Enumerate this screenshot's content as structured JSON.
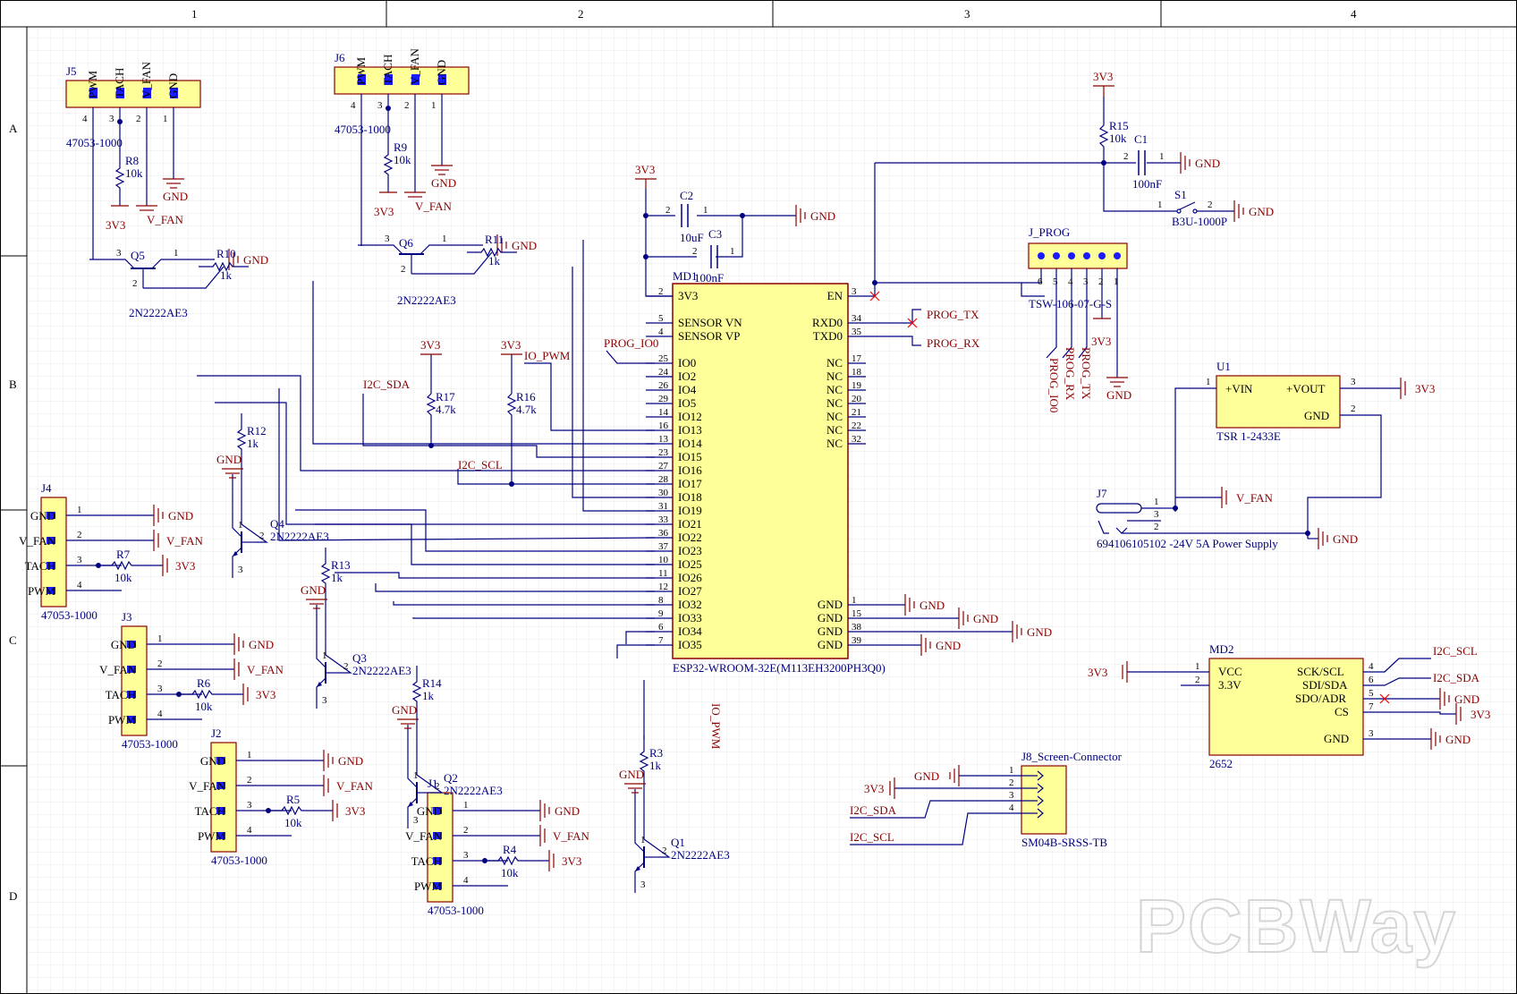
{
  "sheet": {
    "columns": [
      "1",
      "2",
      "3",
      "4"
    ],
    "rows": [
      "A",
      "B",
      "C",
      "D"
    ]
  },
  "power_labels": {
    "gnd": "GND",
    "v3v3": "3V3",
    "vfan": "V_FAN"
  },
  "md1": {
    "designator": "MD1",
    "part": "ESP32-WROOM-32E(M113EH3200PH3Q0)",
    "left_pins": [
      {
        "num": "2",
        "name": "3V3"
      },
      {
        "num": "5",
        "name": "SENSOR VN"
      },
      {
        "num": "4",
        "name": "SENSOR VP"
      },
      {
        "num": "25",
        "name": "IO0"
      },
      {
        "num": "24",
        "name": "IO2"
      },
      {
        "num": "26",
        "name": "IO4"
      },
      {
        "num": "29",
        "name": "IO5"
      },
      {
        "num": "14",
        "name": "IO12"
      },
      {
        "num": "16",
        "name": "IO13"
      },
      {
        "num": "13",
        "name": "IO14"
      },
      {
        "num": "23",
        "name": "IO15"
      },
      {
        "num": "27",
        "name": "IO16"
      },
      {
        "num": "28",
        "name": "IO17"
      },
      {
        "num": "30",
        "name": "IO18"
      },
      {
        "num": "31",
        "name": "IO19"
      },
      {
        "num": "33",
        "name": "IO21"
      },
      {
        "num": "36",
        "name": "IO22"
      },
      {
        "num": "37",
        "name": "IO23"
      },
      {
        "num": "10",
        "name": "IO25"
      },
      {
        "num": "11",
        "name": "IO26"
      },
      {
        "num": "12",
        "name": "IO27"
      },
      {
        "num": "8",
        "name": "IO32"
      },
      {
        "num": "9",
        "name": "IO33"
      },
      {
        "num": "6",
        "name": "IO34"
      },
      {
        "num": "7",
        "name": "IO35"
      }
    ],
    "right_pins_top": [
      {
        "num": "3",
        "name": "EN"
      },
      {
        "num": "34",
        "name": "RXD0"
      },
      {
        "num": "35",
        "name": "TXD0"
      },
      {
        "num": "17",
        "name": "NC"
      },
      {
        "num": "18",
        "name": "NC"
      },
      {
        "num": "19",
        "name": "NC"
      },
      {
        "num": "20",
        "name": "NC"
      },
      {
        "num": "21",
        "name": "NC"
      },
      {
        "num": "22",
        "name": "NC"
      },
      {
        "num": "32",
        "name": "NC"
      }
    ],
    "right_pins_bottom": [
      {
        "num": "1",
        "name": "GND"
      },
      {
        "num": "15",
        "name": "GND"
      },
      {
        "num": "38",
        "name": "GND"
      },
      {
        "num": "39",
        "name": "GND"
      }
    ]
  },
  "nets": {
    "prog_io0": "PROG_IO0",
    "prog_tx": "PROG_TX",
    "prog_rx": "PROG_RX",
    "i2c_sda": "I2C_SDA",
    "i2c_scl": "I2C_SCL",
    "io_pwm": "IO_PWM"
  },
  "fan_headers": [
    {
      "des": "J5",
      "part": "47053-1000",
      "pins": [
        "PWM",
        "TACH",
        "V_FAN",
        "GND"
      ],
      "nums": [
        "4",
        "3",
        "2",
        "1"
      ]
    },
    {
      "des": "J6",
      "part": "47053-1000",
      "pins": [
        "PWM",
        "TACH",
        "V_FAN",
        "GND"
      ],
      "nums": [
        "4",
        "3",
        "2",
        "1"
      ]
    },
    {
      "des": "J4",
      "part": "47053-1000",
      "pins": [
        "GND",
        "V_FAN",
        "TACH",
        "PWM"
      ],
      "nums": [
        "1",
        "2",
        "3",
        "4"
      ]
    },
    {
      "des": "J3",
      "part": "47053-1000",
      "pins": [
        "GND",
        "V_FAN",
        "TACH",
        "PWM"
      ],
      "nums": [
        "1",
        "2",
        "3",
        "4"
      ]
    },
    {
      "des": "J2",
      "part": "47053-1000",
      "pins": [
        "GND",
        "V_FAN",
        "TACH",
        "PWM"
      ],
      "nums": [
        "1",
        "2",
        "3",
        "4"
      ]
    },
    {
      "des": "J1",
      "part": "47053-1000",
      "pins": [
        "GND",
        "V_FAN",
        "TACH",
        "PWM"
      ],
      "nums": [
        "1",
        "2",
        "3",
        "4"
      ]
    }
  ],
  "transistors": [
    {
      "des": "Q1",
      "part": "2N2222AE3"
    },
    {
      "des": "Q2",
      "part": "2N2222AE3"
    },
    {
      "des": "Q3",
      "part": "2N2222AE3"
    },
    {
      "des": "Q4",
      "part": "2N2222AE3"
    },
    {
      "des": "Q5",
      "part": "2N2222AE3"
    },
    {
      "des": "Q6",
      "part": "2N2222AE3"
    }
  ],
  "resistors": [
    {
      "des": "R3",
      "value": "1k"
    },
    {
      "des": "R4",
      "value": "10k"
    },
    {
      "des": "R5",
      "value": "10k"
    },
    {
      "des": "R6",
      "value": "10k"
    },
    {
      "des": "R7",
      "value": "10k"
    },
    {
      "des": "R8",
      "value": "10k"
    },
    {
      "des": "R9",
      "value": "10k"
    },
    {
      "des": "R10",
      "value": "1k"
    },
    {
      "des": "R11",
      "value": "1k"
    },
    {
      "des": "R12",
      "value": "1k"
    },
    {
      "des": "R13",
      "value": "1k"
    },
    {
      "des": "R14",
      "value": "1k"
    },
    {
      "des": "R15",
      "value": "10k"
    },
    {
      "des": "R16",
      "value": "4.7k"
    },
    {
      "des": "R17",
      "value": "4.7k"
    }
  ],
  "capacitors": [
    {
      "des": "C1",
      "value": "100nF"
    },
    {
      "des": "C2",
      "value": "10uF"
    },
    {
      "des": "C3",
      "value": "100nF"
    }
  ],
  "switch": {
    "des": "S1",
    "part": "B3U-1000P"
  },
  "prog_header": {
    "des": "J_PROG",
    "part": "TSW-106-07-G-S",
    "nums": [
      "6",
      "5",
      "4",
      "3",
      "2",
      "1"
    ]
  },
  "u1": {
    "des": "U1",
    "part": "TSR 1-2433E",
    "pin_vin": "+VIN",
    "pin_vout": "+VOUT",
    "pin_gnd": "GND"
  },
  "j7": {
    "des": "J7",
    "part": "694106105102 -24V 5A Power Supply"
  },
  "md2": {
    "des": "MD2",
    "part": "2652",
    "pins_left": [
      "VCC",
      "3.3V"
    ],
    "pins_right": [
      "SCK/SCL",
      "SDI/SDA",
      "SDO/ADR",
      "CS",
      "GND"
    ]
  },
  "j8": {
    "des": "J8_Screen-Connector",
    "part": "SM04B-SRSS-TB"
  },
  "watermark": "PCBWay"
}
